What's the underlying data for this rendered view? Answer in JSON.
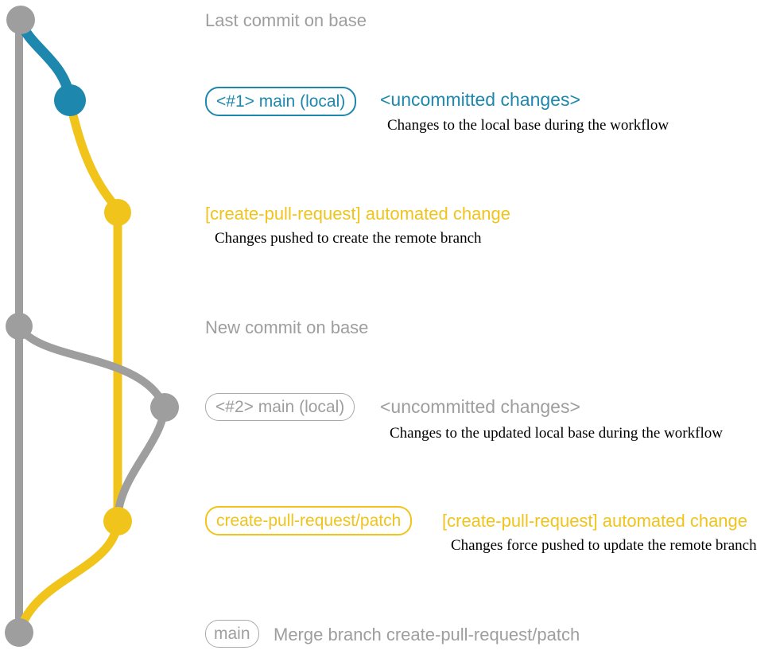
{
  "colors": {
    "gray": "#9e9e9e",
    "teal": "#1d87ae",
    "yellow": "#f0c41b",
    "description_text": "#000000",
    "background": "#ffffff"
  },
  "graph": {
    "branches": [
      {
        "id": "base",
        "color": "#9e9e9e"
      },
      {
        "id": "main-local",
        "color": "#1d87ae"
      },
      {
        "id": "create-pull-request-patch",
        "color": "#f0c41b"
      }
    ],
    "nodes": [
      {
        "id": "last-commit-on-base",
        "color": "#9e9e9e"
      },
      {
        "id": "main-local-1",
        "color": "#1d87ae"
      },
      {
        "id": "automated-change-1",
        "color": "#f0c41b"
      },
      {
        "id": "new-commit-on-base",
        "color": "#9e9e9e"
      },
      {
        "id": "main-local-2",
        "color": "#9e9e9e"
      },
      {
        "id": "automated-change-2",
        "color": "#f0c41b"
      },
      {
        "id": "merge-commit",
        "color": "#9e9e9e"
      }
    ]
  },
  "rows": {
    "last_commit": {
      "title": "Last commit on base"
    },
    "main_local_1": {
      "badge": "<#1> main (local)",
      "status": "<uncommitted changes>",
      "description": "Changes to the local base during the workflow"
    },
    "automated_change_1": {
      "title": "[create-pull-request] automated change",
      "description": "Changes pushed to create the remote branch"
    },
    "new_commit": {
      "title": "New commit on base"
    },
    "main_local_2": {
      "badge": "<#2> main (local)",
      "status": "<uncommitted changes>",
      "description": "Changes to the updated local base during the workflow"
    },
    "patch_branch": {
      "badge": "create-pull-request/patch",
      "title": "[create-pull-request] automated change",
      "description": "Changes force pushed to update the remote branch"
    },
    "merge": {
      "badge": "main",
      "title": "Merge branch create-pull-request/patch"
    }
  }
}
